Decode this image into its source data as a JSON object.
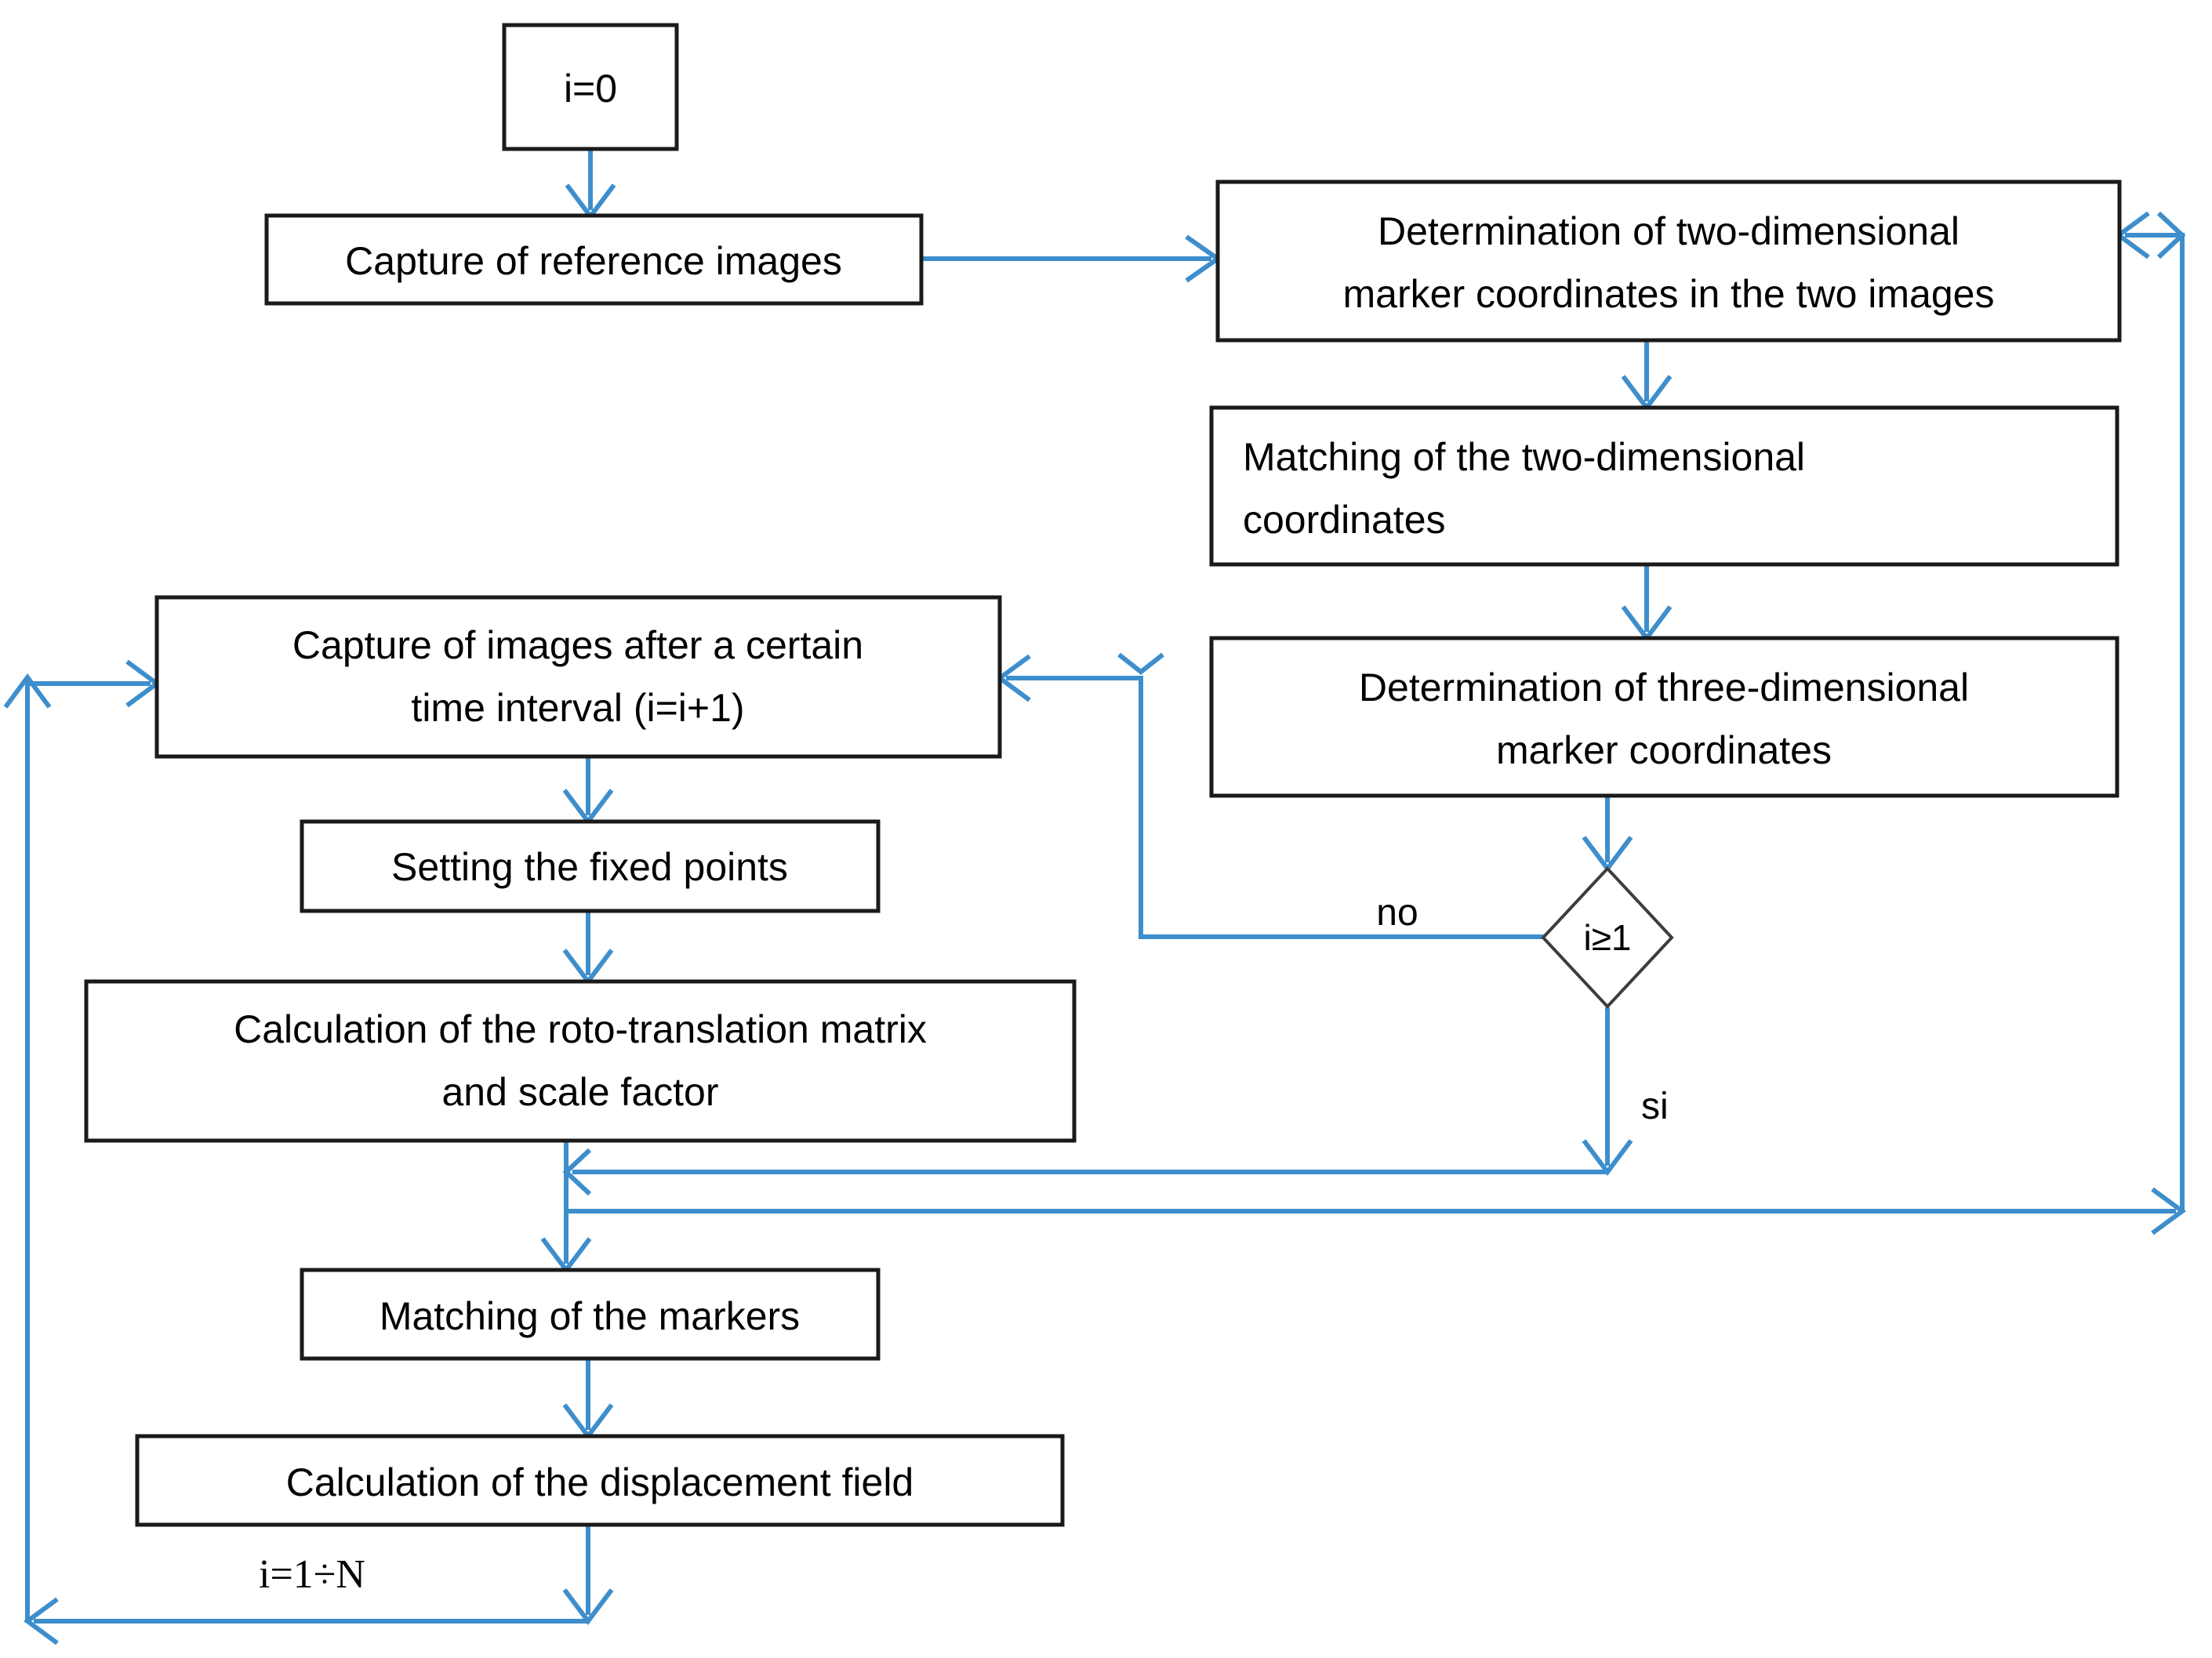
{
  "diagram": {
    "title": "Photogrammetric measurement process flowchart",
    "colors": {
      "connector": "#3e8ecc",
      "node_border": "#1a1a1a",
      "node_fill": "#ffffff",
      "text": "#000000",
      "background": "#ffffff"
    },
    "nodes": [
      {
        "id": "init",
        "shape": "process",
        "lines": [
          "i=0"
        ]
      },
      {
        "id": "capture_ref",
        "shape": "process",
        "lines": [
          "Capture of reference images"
        ]
      },
      {
        "id": "det_2d",
        "shape": "process",
        "lines": [
          "Determination of two-dimensional",
          "marker coordinates in the two images"
        ]
      },
      {
        "id": "match_2d",
        "shape": "process",
        "lines": [
          "Matching of the two-dimensional",
          "coordinates"
        ]
      },
      {
        "id": "det_3d",
        "shape": "process",
        "lines": [
          "Determination of three-dimensional",
          "marker coordinates"
        ]
      },
      {
        "id": "decision",
        "shape": "decision",
        "lines": [
          "i≥1"
        ]
      },
      {
        "id": "capture_next",
        "shape": "process",
        "lines": [
          "Capture of images after a certain",
          "time interval (i=i+1)"
        ]
      },
      {
        "id": "fixed_points",
        "shape": "process",
        "lines": [
          "Setting the fixed points"
        ]
      },
      {
        "id": "roto",
        "shape": "process",
        "lines": [
          "Calculation of the roto-translation matrix",
          "and scale factor"
        ]
      },
      {
        "id": "match_markers",
        "shape": "process",
        "lines": [
          "Matching of the markers"
        ]
      },
      {
        "id": "displacement",
        "shape": "process",
        "lines": [
          "Calculation of the displacement field"
        ]
      }
    ],
    "edge_labels": {
      "no": "no",
      "si": "si",
      "loop": "i=1÷N"
    }
  }
}
